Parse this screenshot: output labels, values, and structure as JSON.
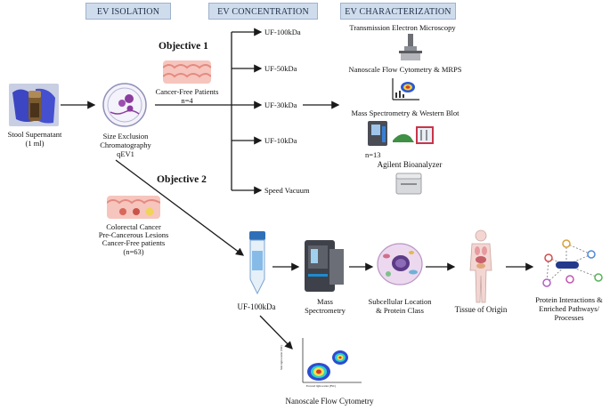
{
  "headers": {
    "isolation": "EV ISOLATION",
    "concentration": "EV CONCENTRATION",
    "characterization": "EV CHARACTERIZATION"
  },
  "source": {
    "label_line1": "Stool Supernatant",
    "label_line2": "(1 ml)"
  },
  "sec": {
    "line1": "Size Exclusion",
    "line2": "Chromatography",
    "line3": "qEV1"
  },
  "objective1": {
    "title": "Objective 1",
    "patients": "Cancer-Free Patients",
    "n": "n=4",
    "branches": [
      "UF-100kDa",
      "UF-50kDa",
      "UF-30kDa",
      "UF-10kDa",
      "Speed Vacuum"
    ]
  },
  "characterization": {
    "tem": "Transmission Electron Microscopy",
    "nfc": "Nanoscale Flow Cytometry & MRPS",
    "ms": "Mass Spectrometry & Western Blot",
    "n": "n=13",
    "bioanalyzer": "Agilent Bioanalyzer"
  },
  "objective2": {
    "title": "Objective 2",
    "cohort_line1": "Colorectal Cancer",
    "cohort_line2": "Pre-Cancerous Lesions",
    "cohort_line3": "Cancer-Free patients",
    "n": "(n=63)",
    "uf": "UF-100kDa",
    "ms_line1": "Mass",
    "ms_line2": "Spectrometry",
    "subcell_line1": "Subcellular Location",
    "subcell_line2": "& Protein Class",
    "tissue": "Tissue of Origin",
    "network_line1": "Protein Interactions &",
    "network_line2": "Enriched Pathways/",
    "network_line3": "Processes",
    "flow": "Nanoscale Flow Cytometry",
    "flow_xlabel": "Forward light scatter (FSC)",
    "flow_ylabel": "Side light scatter (SSC)"
  },
  "colors": {
    "header_bg": "#cfdcec",
    "arrow": "#1a1a1a",
    "tissue_pink": "#f2a9a0",
    "network_node_blue": "#233a8c"
  }
}
